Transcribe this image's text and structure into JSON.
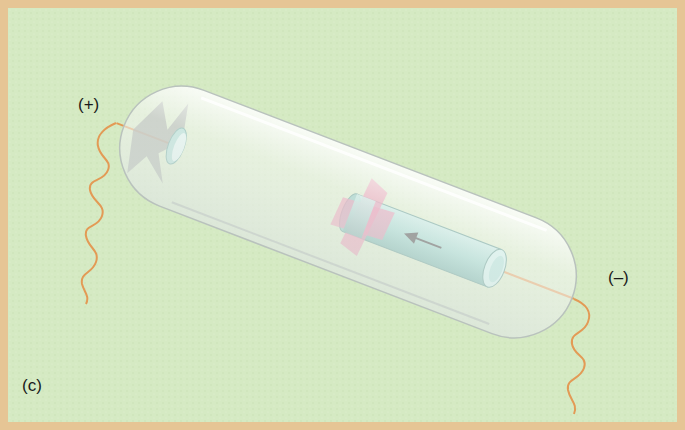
{
  "diagram": {
    "labels": [
      "(+)",
      "(–)",
      "(c)"
    ]
  }
}
